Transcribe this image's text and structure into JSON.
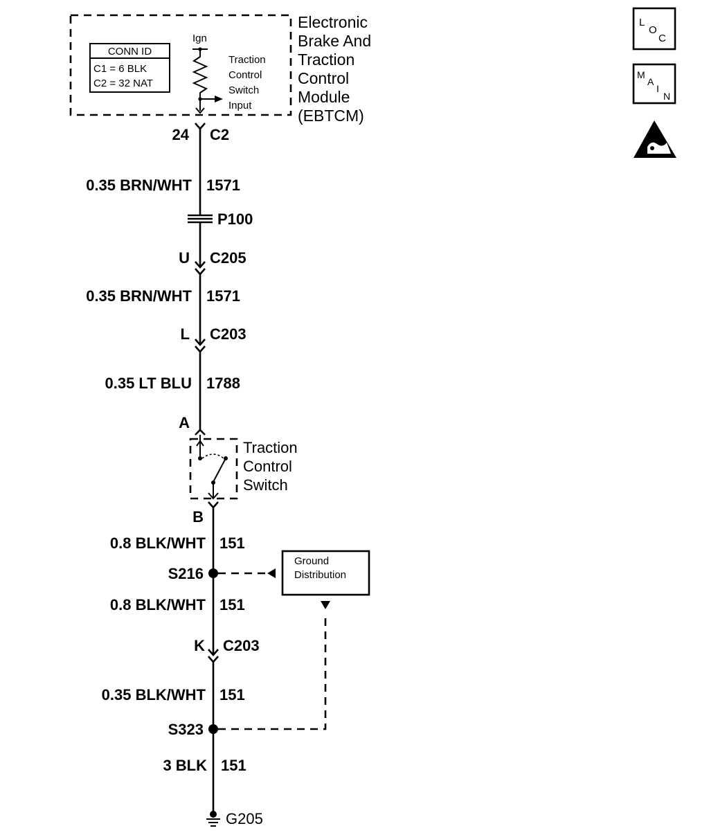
{
  "module": {
    "name_lines": [
      "Electronic",
      "Brake And",
      "Traction",
      "Control",
      "Module",
      "(EBTCM)"
    ],
    "conn_id": {
      "header": "CONN ID",
      "rows": [
        "C1 = 6 BLK",
        "C2 = 32 NAT"
      ]
    },
    "ign_label": "Ign",
    "input_label_lines": [
      "Traction",
      "Control",
      "Switch",
      "Input"
    ],
    "pin": "24",
    "connector": "C2"
  },
  "wires": [
    {
      "gauge_color": "0.35 BRN/WHT",
      "circuit": "1571"
    },
    {
      "gauge_color": "0.35 BRN/WHT",
      "circuit": "1571"
    },
    {
      "gauge_color": "0.35 LT BLU",
      "circuit": "1788"
    },
    {
      "gauge_color": "0.8 BLK/WHT",
      "circuit": "151"
    },
    {
      "gauge_color": "0.8 BLK/WHT",
      "circuit": "151"
    },
    {
      "gauge_color": "0.35 BLK/WHT",
      "circuit": "151"
    },
    {
      "gauge_color": "3 BLK",
      "circuit": "151"
    }
  ],
  "pass_thru": "P100",
  "connectors": [
    {
      "pin": "U",
      "name": "C205"
    },
    {
      "pin": "L",
      "name": "C203"
    },
    {
      "pin": "K",
      "name": "C203"
    }
  ],
  "switch": {
    "pin_a": "A",
    "pin_b": "B",
    "name_lines": [
      "Traction",
      "Control",
      "Switch"
    ]
  },
  "splices": [
    "S216",
    "S323"
  ],
  "ground_distribution_lines": [
    "Ground",
    "Distribution"
  ],
  "ground": "G205",
  "icons": [
    "loc-icon",
    "main-icon",
    "esd-warning-icon"
  ],
  "loc_letters": [
    "L",
    "O",
    "C"
  ],
  "main_letters": [
    "M",
    "A",
    "I",
    "N"
  ]
}
